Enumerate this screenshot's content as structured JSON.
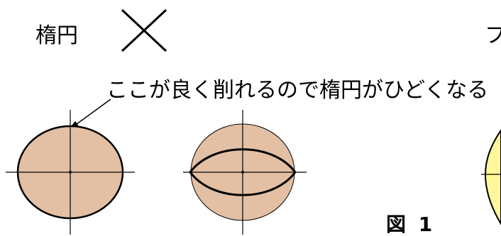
{
  "labels": {
    "ellipse": "楕円",
    "right_cut": "フ",
    "annotation": "ここが良く削れるので楕円がひどくなる",
    "figure": "図 1"
  },
  "colors": {
    "fill": "#e3c0a4",
    "stroke": "#000000",
    "highlight": "#fff79a"
  }
}
